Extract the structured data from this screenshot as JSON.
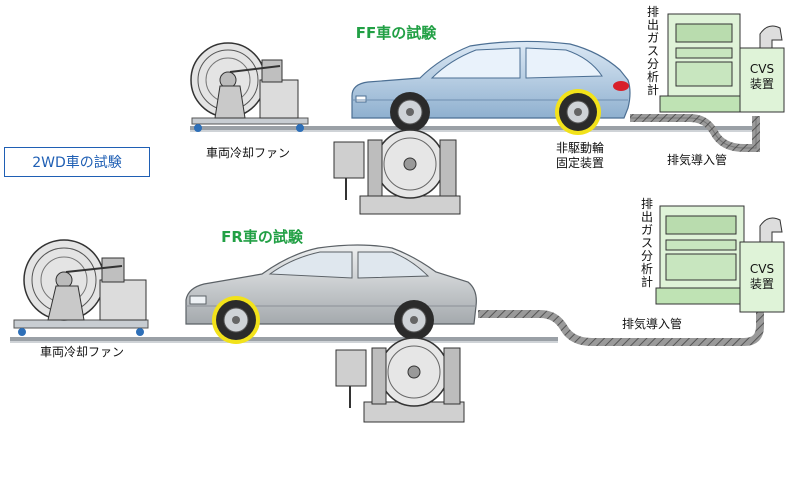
{
  "section_badge": "2WD車の試験",
  "ff": {
    "title": "FF車の試験",
    "fan_label": "車両冷却ファン",
    "fixture_label_line1": "非駆動輪",
    "fixture_label_line2": "固定装置",
    "analyzer_label": "排出ガス分析計",
    "cvs_line1": "CVS",
    "cvs_line2": "装置",
    "pipe_label": "排気導入管"
  },
  "fr": {
    "title": "FR車の試験",
    "fan_label": "車両冷却ファン",
    "analyzer_label": "排出ガス分析計",
    "cvs_line1": "CVS",
    "cvs_line2": "装置",
    "pipe_label": "排気導入管"
  },
  "colors": {
    "title_green": "#22a045",
    "badge_blue": "#1f5fb4",
    "equipment_green": "#dff3d8",
    "ff_car_blue": "#b9d3ea",
    "fr_car_silver": "#cfd3d6",
    "wheel_fixture_yellow": "#f2e21a"
  }
}
